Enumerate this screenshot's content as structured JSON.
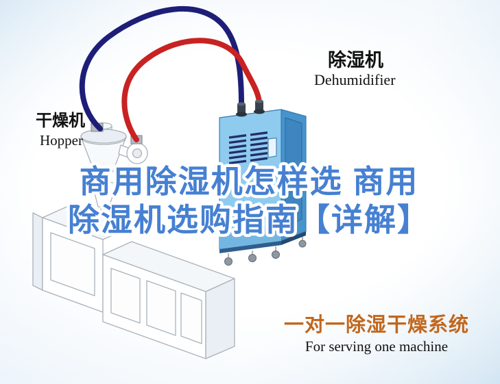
{
  "illustration": {
    "labels": {
      "hopper_zh": "干燥机",
      "hopper_en": "Hopper",
      "dehumidifier_zh": "除湿机",
      "dehumidifier_en": "Dehumidifier"
    },
    "colors": {
      "hose_navy": "#1E1E78",
      "hose_red": "#C92222",
      "dehumidifier_front": "#8FCBEE",
      "dehumidifier_side": "#4793CC",
      "dehumidifier_top": "#5FA8DC"
    }
  },
  "title": {
    "line1": "商用除湿机怎样选 商用",
    "line2": "除湿机选购指南【详解】",
    "color": "#4680D2"
  },
  "caption": {
    "zh": "一对一除湿干燥系统",
    "zh_color": "#C2671D",
    "en": "For serving one machine"
  }
}
